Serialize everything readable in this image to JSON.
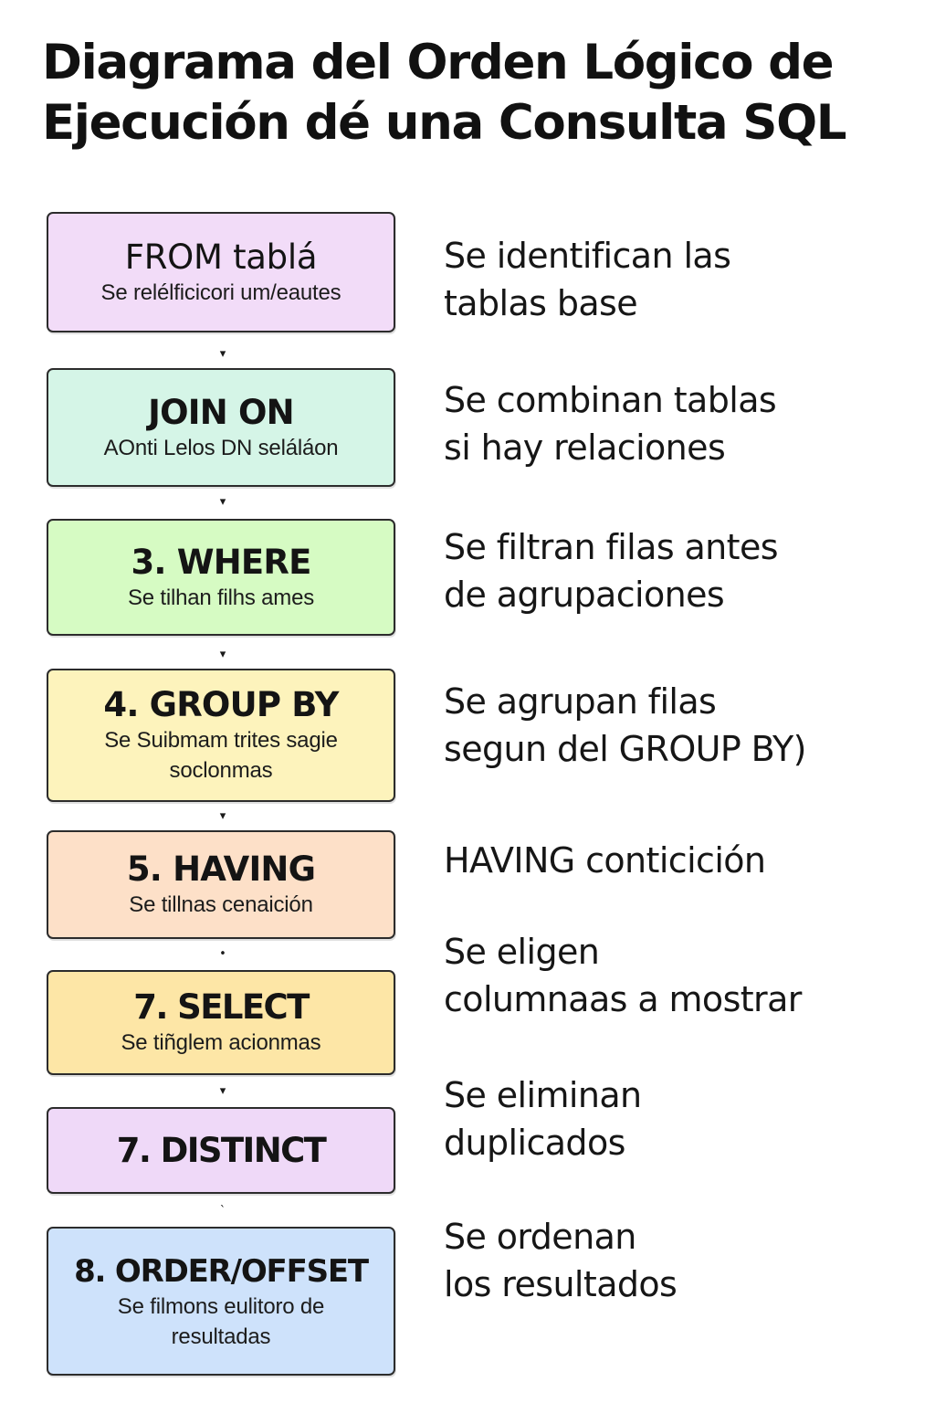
{
  "title": {
    "line1": "Diagrama del Orden Lógico de",
    "line2": "Ejecución dé una Consulta SQL"
  },
  "colors": {
    "from": "#f2dcf8",
    "join": "#d5f5e7",
    "where": "#d6fbc3",
    "group_by": "#fdf3bc",
    "having": "#fde0c8",
    "select": "#fde6a6",
    "distinct": "#efd9f8",
    "order": "#cee2fb",
    "border": "#2c2c2c"
  },
  "steps": [
    {
      "label": "FROM tablá",
      "sub": "Se relélficicori um/eautes",
      "note": [
        "Se identifican las",
        "tablas base"
      ]
    },
    {
      "label": "JOIN ON",
      "sub": "AOnti Lelos DN seláláon",
      "note": [
        "Se combinan tablas",
        "si hay relaciones"
      ]
    },
    {
      "label": "3. WHERE",
      "sub": "Se tilhan filhs ames",
      "note": [
        "Se filtran filas antes",
        "de agrupaciones"
      ]
    },
    {
      "label": "4. GROUP BY",
      "sub": "Se Suibmam trites sagie soclonmas",
      "note": [
        "Se agrupan filas",
        "segun del GROUP BY)"
      ]
    },
    {
      "label": "5. HAVING",
      "sub": "Se tillnas cenaición",
      "note": [
        "HAVING conticición"
      ]
    },
    {
      "label": "7. SELECT",
      "sub": "Se tiñglem acionmas",
      "note": [
        "Se eligen",
        "columnaas a mostrar"
      ]
    },
    {
      "label": "7. DISTINCT",
      "note": [
        "Se eliminan",
        "duplicados"
      ]
    },
    {
      "label": "8. ORDER/OFFSET",
      "sub": "Se filmons eulitoro de resultadas",
      "note": [
        "Se ordenan",
        "los resultados"
      ]
    }
  ],
  "connectors": {
    "arrow": "▾",
    "dot": "•",
    "tick": "ˋ"
  }
}
